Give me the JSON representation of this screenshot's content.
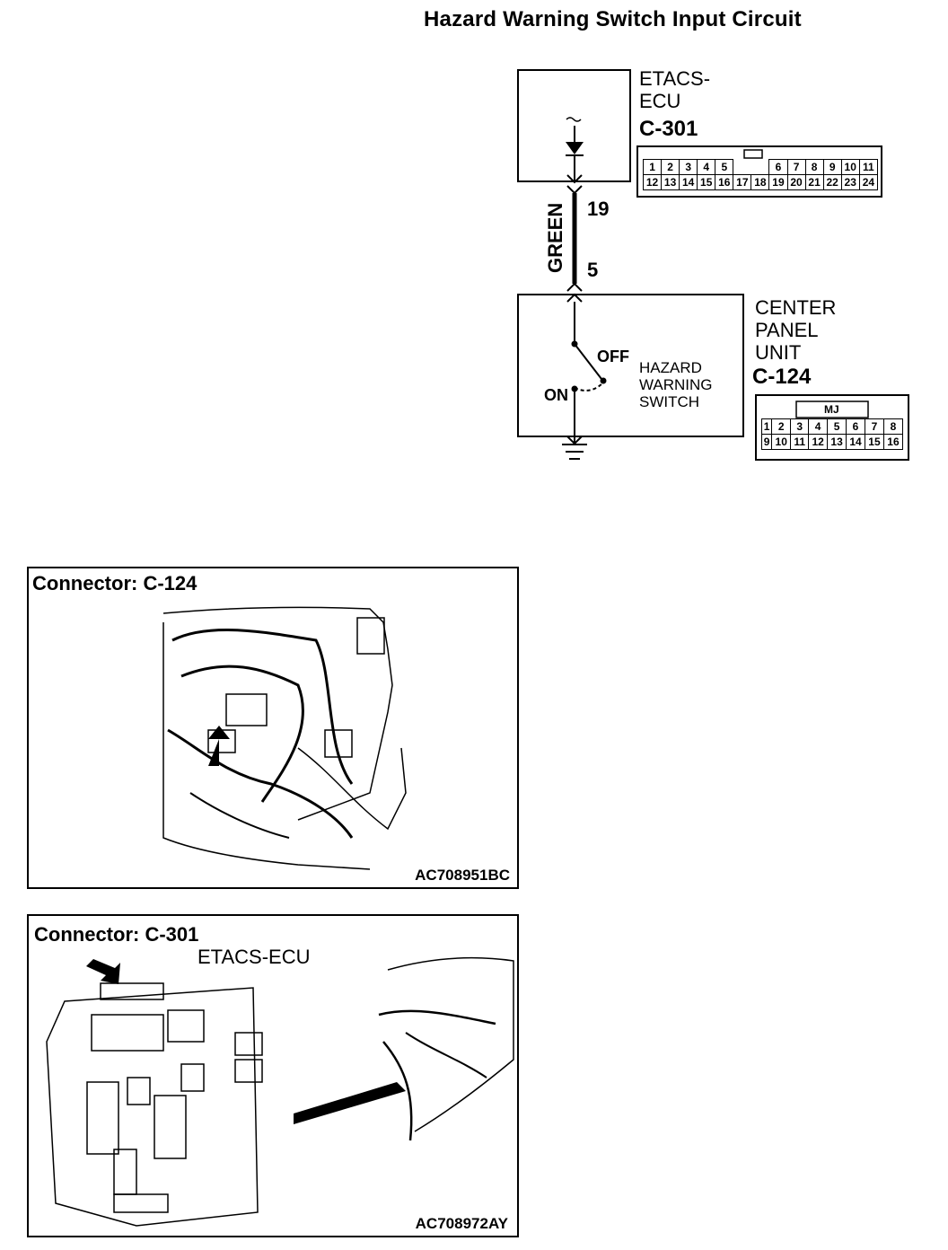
{
  "title": "Hazard Warning Switch Input Circuit",
  "ecu": {
    "name_line1": "ETACS-",
    "name_line2": "ECU",
    "connector": "C-301",
    "pins_row1": [
      "1",
      "2",
      "3",
      "4",
      "5",
      "",
      "",
      "6",
      "7",
      "8",
      "9",
      "10",
      "11"
    ],
    "pins_row2": [
      "12",
      "13",
      "14",
      "15",
      "16",
      "17",
      "18",
      "19",
      "20",
      "21",
      "22",
      "23",
      "24"
    ]
  },
  "wire": {
    "color": "GREEN",
    "pin_top": "19",
    "pin_bottom": "5"
  },
  "center_panel": {
    "name_line1": "CENTER",
    "name_line2": "PANEL",
    "name_line3": "UNIT",
    "connector": "C-124",
    "connector_tag": "MJ",
    "pins_row1": [
      "1",
      "2",
      "3",
      "4",
      "5",
      "6",
      "7",
      "8"
    ],
    "pins_row2": [
      "9",
      "10",
      "11",
      "12",
      "13",
      "14",
      "15",
      "16"
    ]
  },
  "switch": {
    "label_line1": "HAZARD",
    "label_line2": "WARNING",
    "label_line3": "SWITCH",
    "off_label": "OFF",
    "on_label": "ON"
  },
  "panels": [
    {
      "title": "Connector: C-124",
      "code": "AC708951BC"
    },
    {
      "title": "Connector: C-301",
      "subtitle": "ETACS-ECU",
      "code": "AC708972AY"
    }
  ]
}
